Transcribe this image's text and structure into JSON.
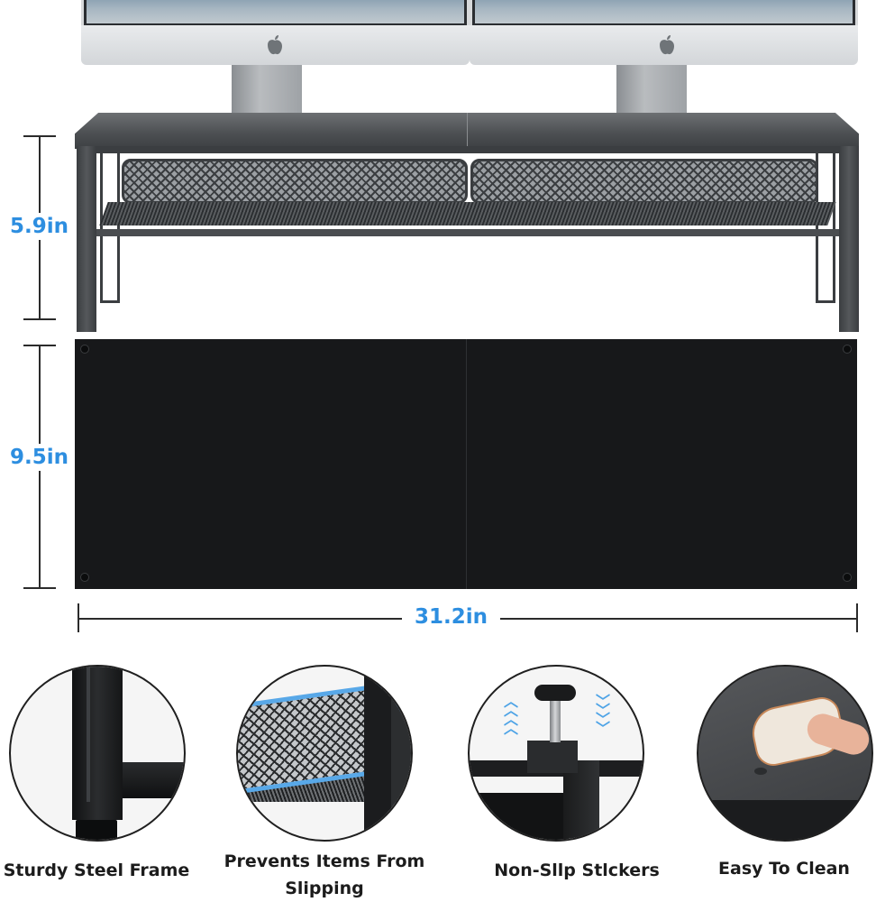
{
  "dimensions": {
    "height_stand": "5.9in",
    "depth": "9.5in",
    "width": "31.2in"
  },
  "brand_logo": "apple-logo",
  "features": [
    {
      "icon": "steel-frame-closeup",
      "label_line1": "Sturdy Steel Frame",
      "label_line2": ""
    },
    {
      "icon": "mesh-shelf-closeup",
      "label_line1": "Prevents Items From",
      "label_line2": "Slipping"
    },
    {
      "icon": "non-slip-adjuster-closeup",
      "label_line1": "Non-Sllp Stlckers",
      "label_line2": ""
    },
    {
      "icon": "cleaning-surface-closeup",
      "label_line1": "Easy To Clean",
      "label_line2": ""
    }
  ],
  "colors": {
    "dimension_text": "#2d8ee0",
    "accent_arrows": "#4da3e6",
    "mesh_highlight": "#58a8e8"
  }
}
